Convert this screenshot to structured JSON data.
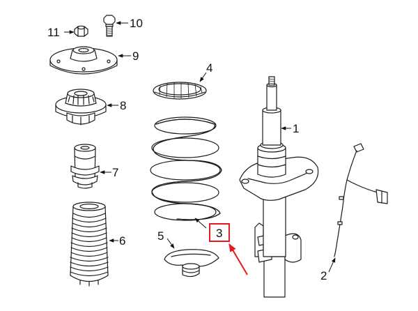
{
  "callouts": [
    {
      "id": "1",
      "label": "1",
      "name": "strut-assembly"
    },
    {
      "id": "2",
      "label": "2",
      "name": "abs-sensor-wire"
    },
    {
      "id": "3",
      "label": "3",
      "name": "coil-spring"
    },
    {
      "id": "4",
      "label": "4",
      "name": "upper-spring-seat"
    },
    {
      "id": "5",
      "label": "5",
      "name": "lower-spring-seat"
    },
    {
      "id": "6",
      "label": "6",
      "name": "dust-boot"
    },
    {
      "id": "7",
      "label": "7",
      "name": "bump-stop"
    },
    {
      "id": "8",
      "label": "8",
      "name": "strut-bearing"
    },
    {
      "id": "9",
      "label": "9",
      "name": "strut-mount"
    },
    {
      "id": "10",
      "label": "10",
      "name": "bolt"
    },
    {
      "id": "11",
      "label": "11",
      "name": "nut"
    }
  ],
  "highlight": {
    "callout": "3",
    "box_color": "#e8191e",
    "arrow_color": "#e8191e"
  },
  "colors": {
    "line": "#1a1a1a",
    "background": "#ffffff"
  }
}
